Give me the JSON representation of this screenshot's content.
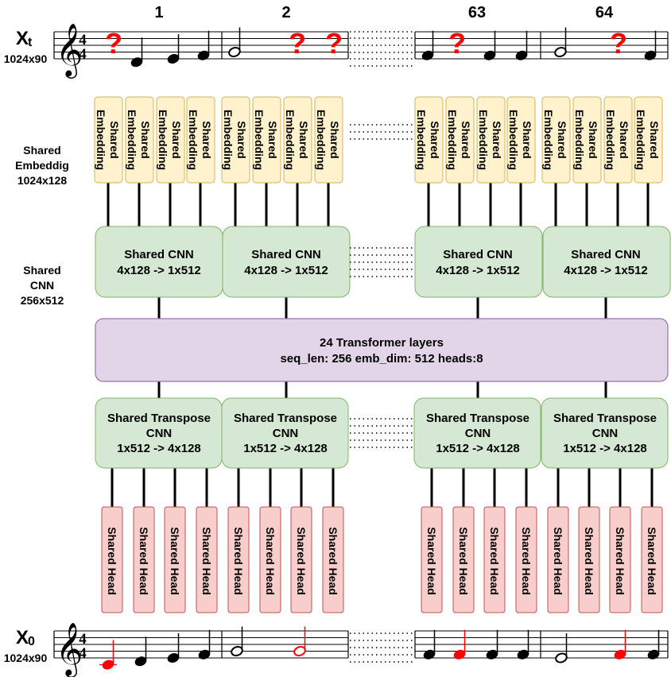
{
  "xt": {
    "symbol": "X",
    "sub": "t",
    "dims": "1024x90"
  },
  "x0": {
    "symbol": "X",
    "sub": "0",
    "dims": "1024x90"
  },
  "measure_numbers": [
    "1",
    "2",
    "63",
    "64"
  ],
  "time_signature": {
    "top": "4",
    "bottom": "4"
  },
  "side_labels": {
    "embedding": [
      "Shared",
      "Embeddig",
      "1024x128"
    ],
    "cnn": [
      "Shared",
      "CNN",
      "256x512"
    ]
  },
  "embedding_label": [
    "Shared",
    "Embedding"
  ],
  "cnn_label": [
    "Shared CNN",
    "4x128 -> 1x512"
  ],
  "transformer_label": [
    "24 Transformer layers",
    "seq_len: 256 emb_dim: 512 heads:8"
  ],
  "tcnn_label": [
    "Shared Transpose",
    "CNN",
    "1x512 -> 4x128"
  ],
  "head_label": "Shared Head",
  "unknown_mark": "?",
  "colors": {
    "embedding_fill": "#fff2cc",
    "embedding_stroke": "#d6b656",
    "cnn_fill": "#d5e8d4",
    "cnn_stroke": "#82b366",
    "transformer_fill": "#e1d5e7",
    "transformer_stroke": "#9673a6",
    "head_fill": "#f8cecc",
    "head_stroke": "#b85450",
    "accent": "#ff0000"
  }
}
